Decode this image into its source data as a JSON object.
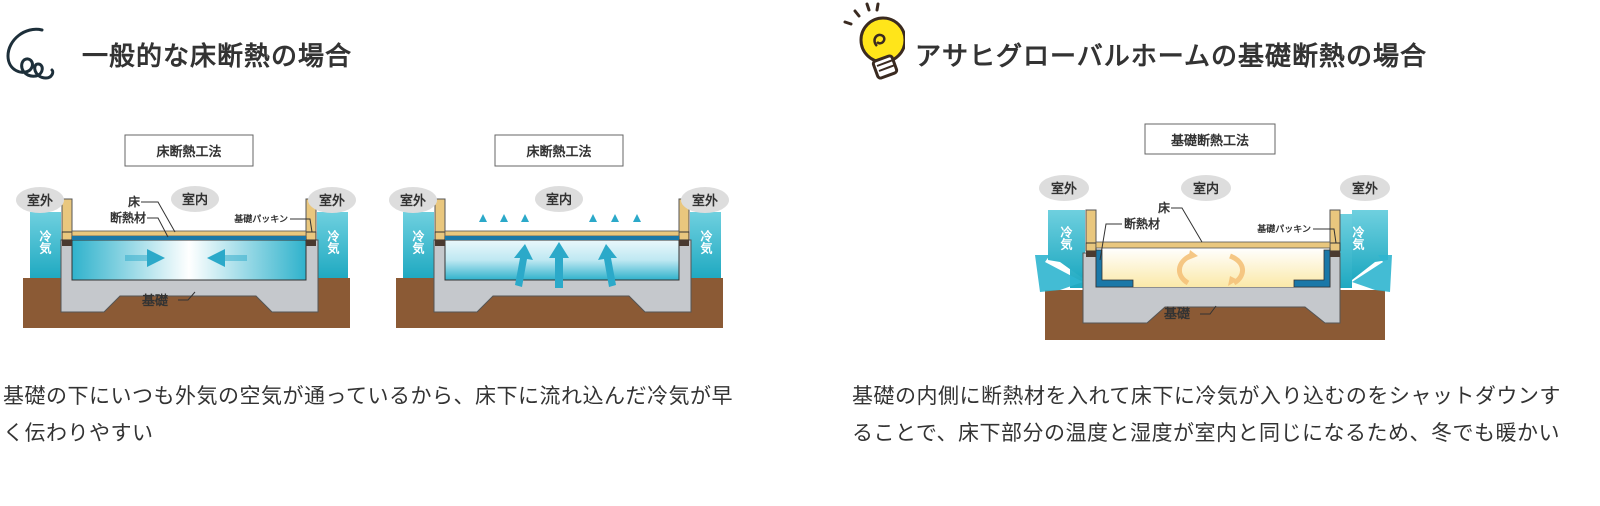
{
  "left": {
    "heading": "一般的な床断熱の場合",
    "icon": "swirl-icon",
    "diagrams": [
      {
        "title": "床断熱工法",
        "outside": "室外",
        "inside": "室内",
        "floor": "床",
        "insulation": "断熱材",
        "packing": "基礎パッキン",
        "foundation": "基礎",
        "cold_air": "冷気"
      },
      {
        "title": "床断熱工法",
        "outside": "室外",
        "inside": "室内",
        "cold_air": "冷気"
      }
    ],
    "description": "基礎の下にいつも外気の空気が通っているから、床下に流れ込んだ冷気が早く伝わりやすい"
  },
  "right": {
    "heading": "アサヒグローバルホームの基礎断熱の場合",
    "icon": "lightbulb-icon",
    "diagram": {
      "title": "基礎断熱工法",
      "outside": "室外",
      "inside": "室内",
      "floor": "床",
      "insulation": "断熱材",
      "packing": "基礎パッキン",
      "foundation": "基礎",
      "cold_air": "冷気"
    },
    "description": "基礎の内側に断熱材を入れて床下に冷気が入り込むのをシャットダウンすることで、床下部分の温度と湿度が室内と同じになるため、冬でも暖かい"
  },
  "colors": {
    "ground": "#8b5a35",
    "cold": "#2bb3c9",
    "wood": "#e9c77e",
    "concrete": "#c5c8cc",
    "insulation": "#1a78a8"
  }
}
